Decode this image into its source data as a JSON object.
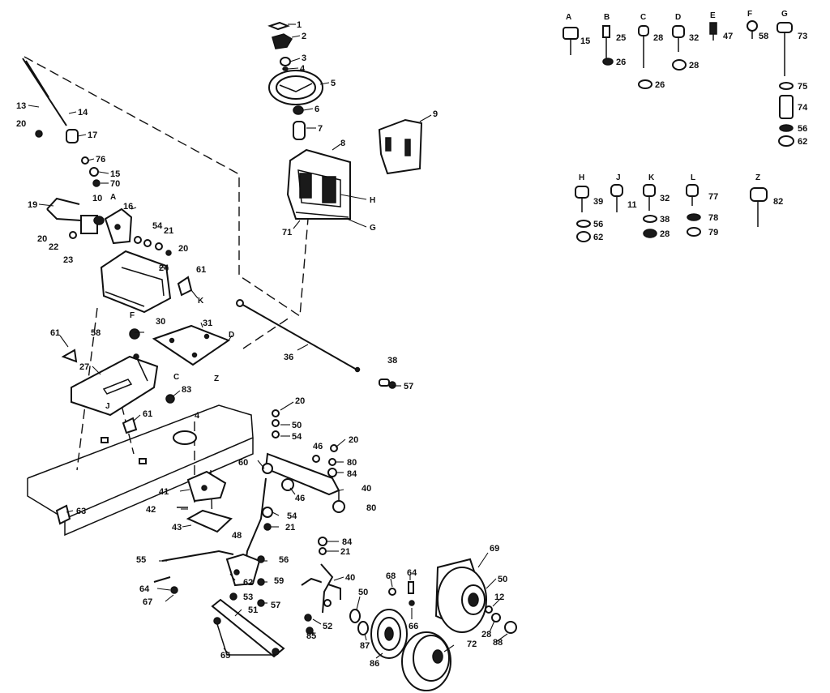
{
  "diagram": {
    "callouts": {
      "c1": "1",
      "c2": "2",
      "c3": "3",
      "c4": "4",
      "c5": "5",
      "c6": "6",
      "c7": "7",
      "c8": "8",
      "c9": "9",
      "c13": "13",
      "c14": "14",
      "c17": "17",
      "c76": "76",
      "c15": "15",
      "c70": "70",
      "c20a": "20",
      "c19": "19",
      "c10": "10",
      "cA": "A",
      "c16": "16",
      "c54a": "54",
      "c21a": "21",
      "c20b": "20",
      "c20c": "20",
      "c22": "22",
      "c23": "23",
      "c24": "24",
      "c61a": "61",
      "cK1": "K",
      "cH1": "H",
      "cG1": "G",
      "c71": "71",
      "c30": "30",
      "c31": "31",
      "cD1": "D",
      "c58": "58",
      "cF1": "F",
      "c61b": "61",
      "c27": "27",
      "cC1": "C",
      "cJ1": "J",
      "c83": "83",
      "cZ1": "Z",
      "c4b": "4",
      "c61c": "61",
      "c36": "36",
      "c38": "38",
      "c57a": "57",
      "c63": "63",
      "c20d": "20",
      "c50a": "50",
      "c54b": "54",
      "c46a": "46",
      "c20e": "20",
      "c80a": "80",
      "c84a": "84",
      "c60": "60",
      "c46b": "46",
      "c40a": "40",
      "c80b": "80",
      "c41": "41",
      "c42": "42",
      "c43": "43",
      "c54c": "54",
      "c21b": "21",
      "c84b": "84",
      "c21c": "21",
      "c48": "48",
      "c55": "55",
      "c56": "56",
      "c62": "62",
      "c59": "59",
      "c57b": "57",
      "c53": "53",
      "c64": "64",
      "c67": "67",
      "c51": "51",
      "c65": "65",
      "c40b": "40",
      "c52": "52",
      "c85": "85",
      "c68": "68",
      "c64b": "64",
      "c66": "66",
      "c50b": "50",
      "c87": "87",
      "c86": "86",
      "c69": "69",
      "c50c": "50",
      "c12": "12",
      "c28": "28",
      "c88": "88",
      "c72": "72"
    },
    "hardware": [
      {
        "letter": "A",
        "parts": [
          "15"
        ]
      },
      {
        "letter": "B",
        "parts": [
          "25",
          "26"
        ]
      },
      {
        "letter": "C",
        "parts": [
          "28",
          "26"
        ]
      },
      {
        "letter": "D",
        "parts": [
          "32",
          "28"
        ]
      },
      {
        "letter": "E",
        "parts": [
          "47"
        ]
      },
      {
        "letter": "F",
        "parts": [
          "58"
        ]
      },
      {
        "letter": "G",
        "parts": [
          "73",
          "75",
          "74",
          "56",
          "62"
        ]
      },
      {
        "letter": "H",
        "parts": [
          "39",
          "56",
          "62"
        ]
      },
      {
        "letter": "J",
        "parts": [
          "11"
        ]
      },
      {
        "letter": "K",
        "parts": [
          "32",
          "38",
          "28"
        ]
      },
      {
        "letter": "L",
        "parts": [
          "77",
          "78",
          "79"
        ]
      },
      {
        "letter": "Z",
        "parts": [
          "82"
        ]
      }
    ]
  }
}
